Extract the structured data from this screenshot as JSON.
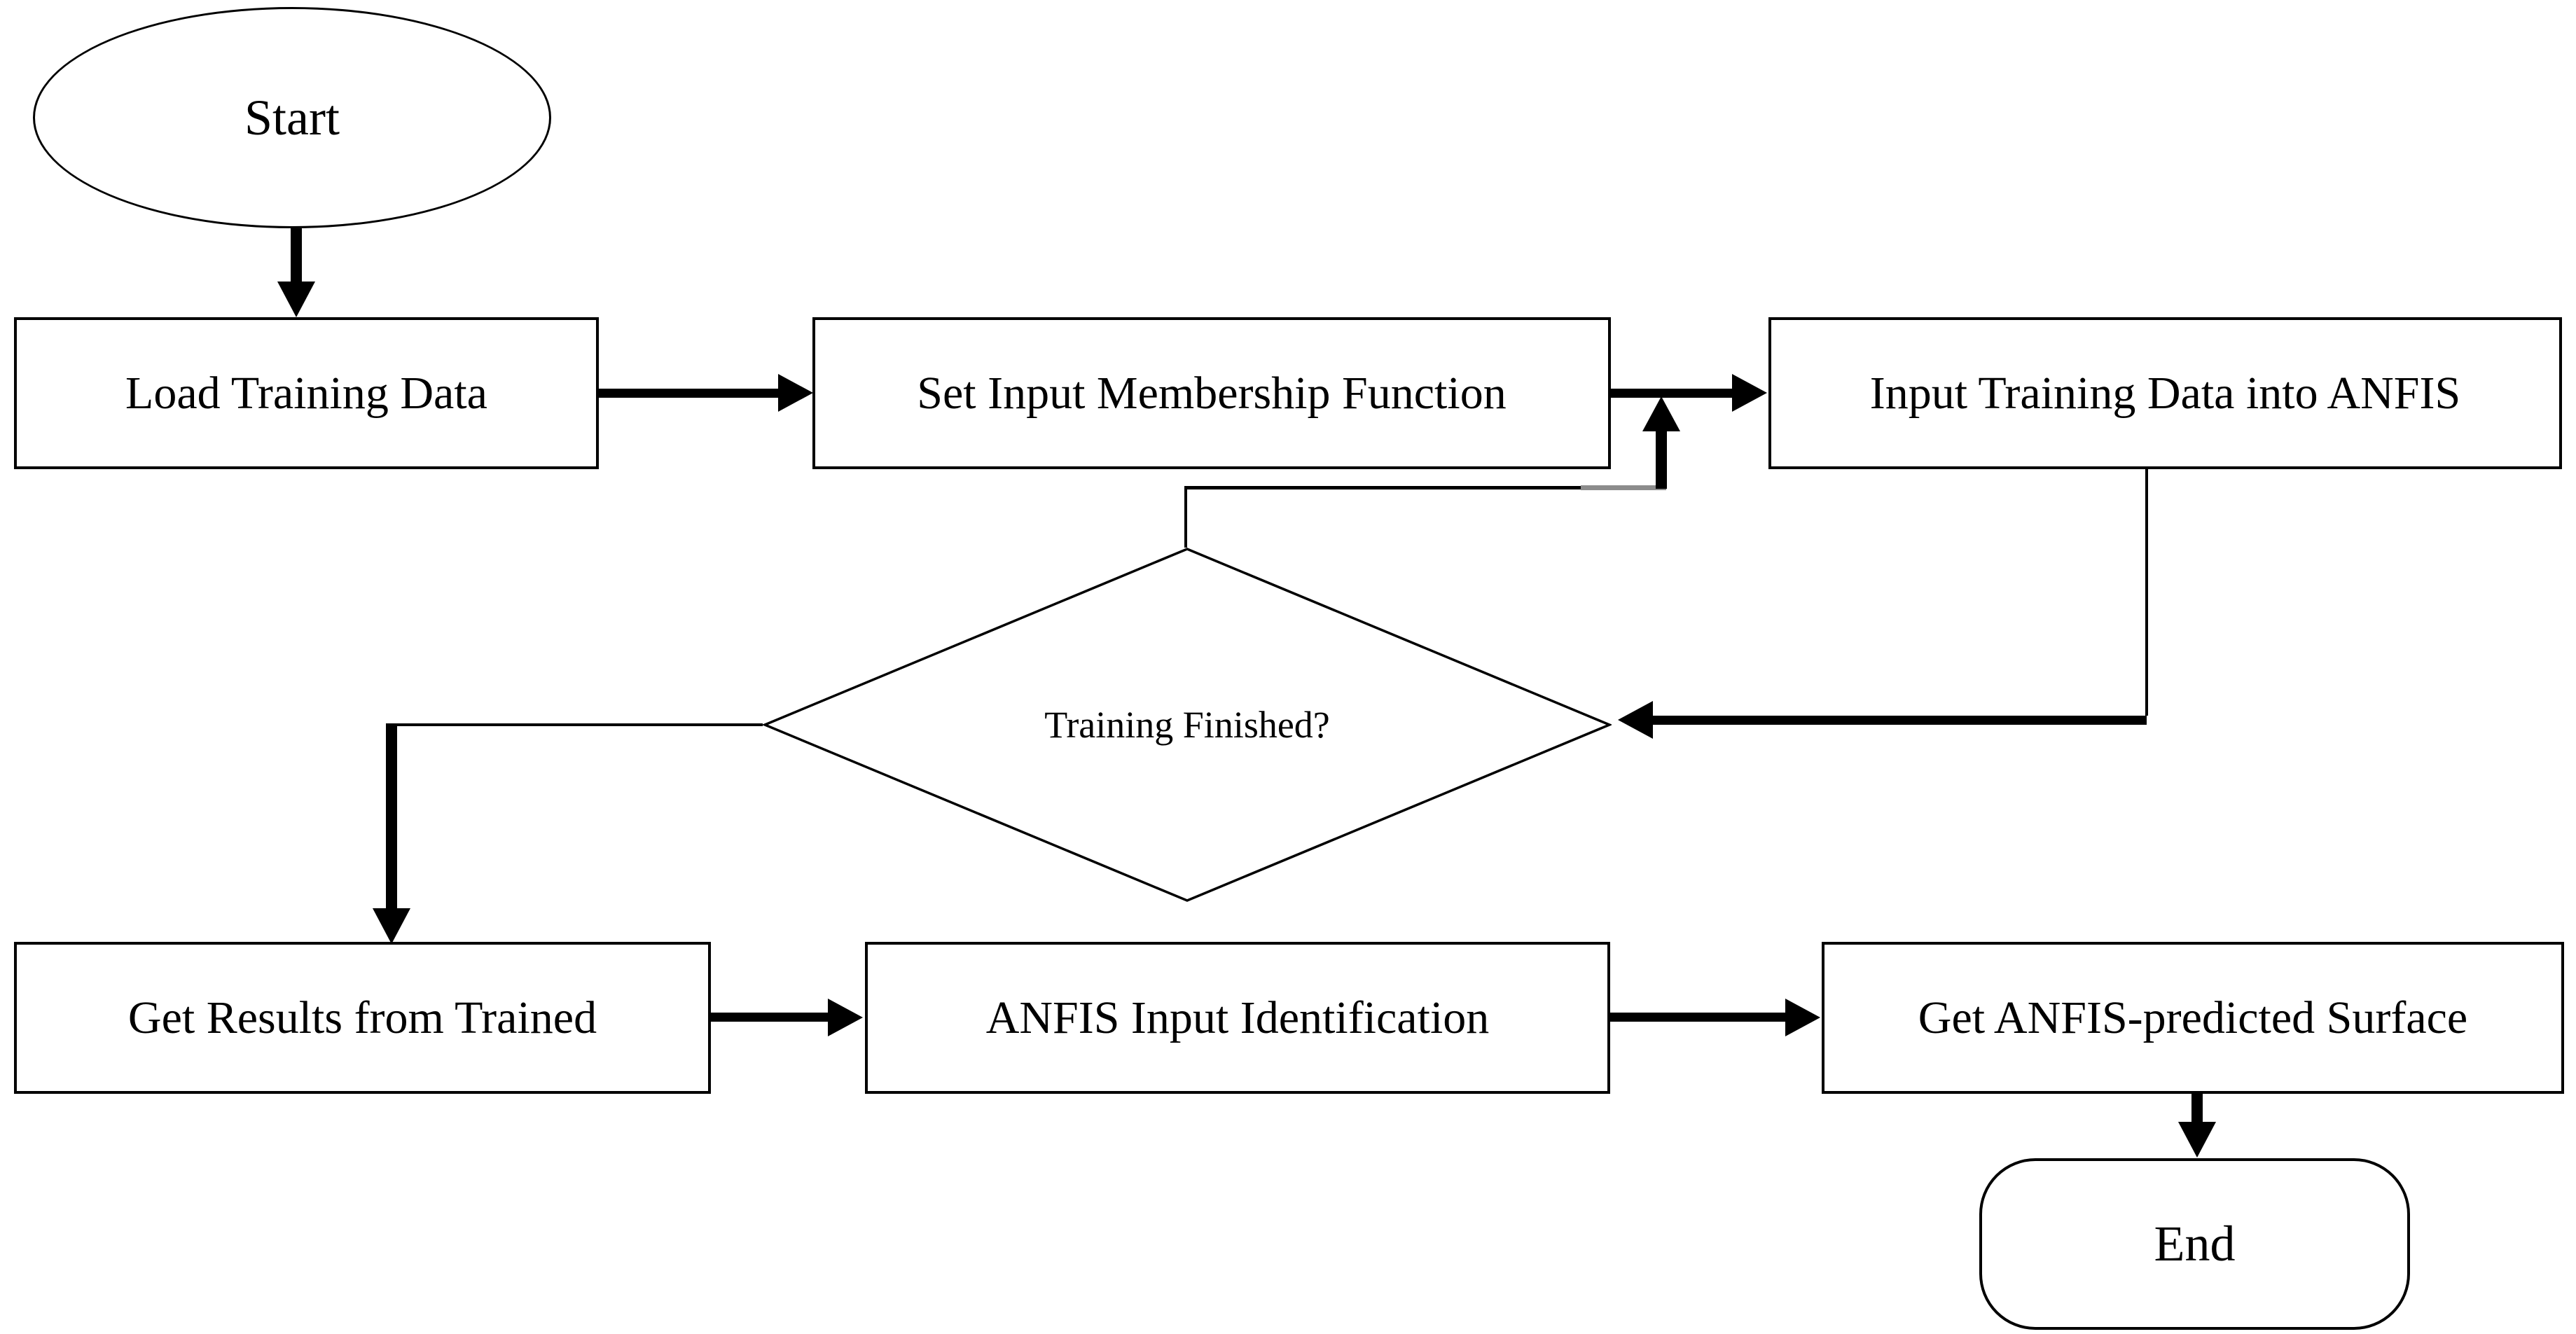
{
  "diagram": {
    "type": "flowchart",
    "background_color": "#ffffff",
    "line_color": "#000000",
    "gray_segment_color": "#8c8c8c",
    "nodes": {
      "start": {
        "label": "Start",
        "shape": "ellipse-terminator"
      },
      "load": {
        "label": "Load Training Data",
        "shape": "process-rectangle"
      },
      "set_mf": {
        "label": "Set Input Membership Function",
        "shape": "process-rectangle"
      },
      "input_anfis": {
        "label": "Input Training Data into ANFIS",
        "shape": "process-rectangle"
      },
      "decision": {
        "label": "Training Finished?",
        "shape": "decision-diamond"
      },
      "get_results": {
        "label": "Get Results from Trained",
        "shape": "process-rectangle"
      },
      "input_id": {
        "label": "ANFIS Input Identification",
        "shape": "process-rectangle"
      },
      "surface": {
        "label": "Get ANFIS-predicted Surface",
        "shape": "process-rectangle"
      },
      "end": {
        "label": "End",
        "shape": "rounded-terminator"
      }
    },
    "edges": [
      {
        "from": "start",
        "to": "load"
      },
      {
        "from": "load",
        "to": "set_mf"
      },
      {
        "from": "set_mf",
        "to": "input_anfis"
      },
      {
        "from": "input_anfis",
        "to": "decision"
      },
      {
        "from": "decision",
        "to": "input_anfis",
        "note": "loop-back merging into arrow between set_mf and input_anfis"
      },
      {
        "from": "decision",
        "to": "get_results"
      },
      {
        "from": "get_results",
        "to": "input_id"
      },
      {
        "from": "input_id",
        "to": "surface"
      },
      {
        "from": "surface",
        "to": "end"
      }
    ]
  }
}
